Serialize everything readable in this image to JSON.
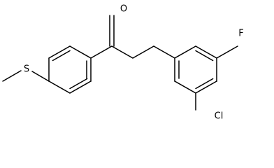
{
  "molecule": {
    "atoms": {
      "oxygen": "O",
      "sulfur": "S",
      "fluorine": "F",
      "chlorine": "Cl"
    },
    "colors": {
      "bond": "#000000",
      "label": "#000000",
      "background": "#ffffff"
    }
  }
}
